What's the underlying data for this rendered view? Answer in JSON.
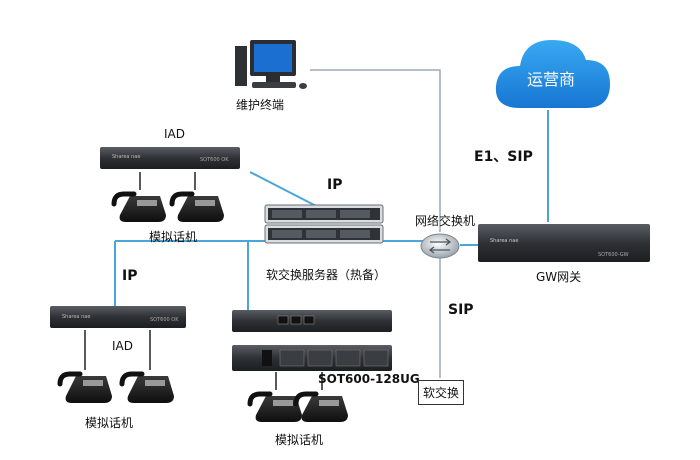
{
  "labels": {
    "maintenance_terminal": "维护终端",
    "carrier": "运营商",
    "iad_top": "IAD",
    "iad_bottom": "IAD",
    "phone_top": "模拟话机",
    "phone_bottom_left": "模拟话机",
    "phone_bottom_mid": "模拟话机",
    "ip_top": "IP",
    "ip_left": "IP",
    "switch": "网络交换机",
    "softswitch_server": "软交换服务器（热备）",
    "gw_gateway": "GW网关",
    "e1_sip": "E1、SIP",
    "sip": "SIP",
    "sot_model": "SOT600-128UG",
    "softswitch_box": "软交换"
  },
  "colors": {
    "link_blue": "#4aa6d8",
    "link_gray": "#9aaab8",
    "cloud": "#1e90e6",
    "device_dark": "#2b2d30",
    "device_mid": "#4a4d52"
  }
}
